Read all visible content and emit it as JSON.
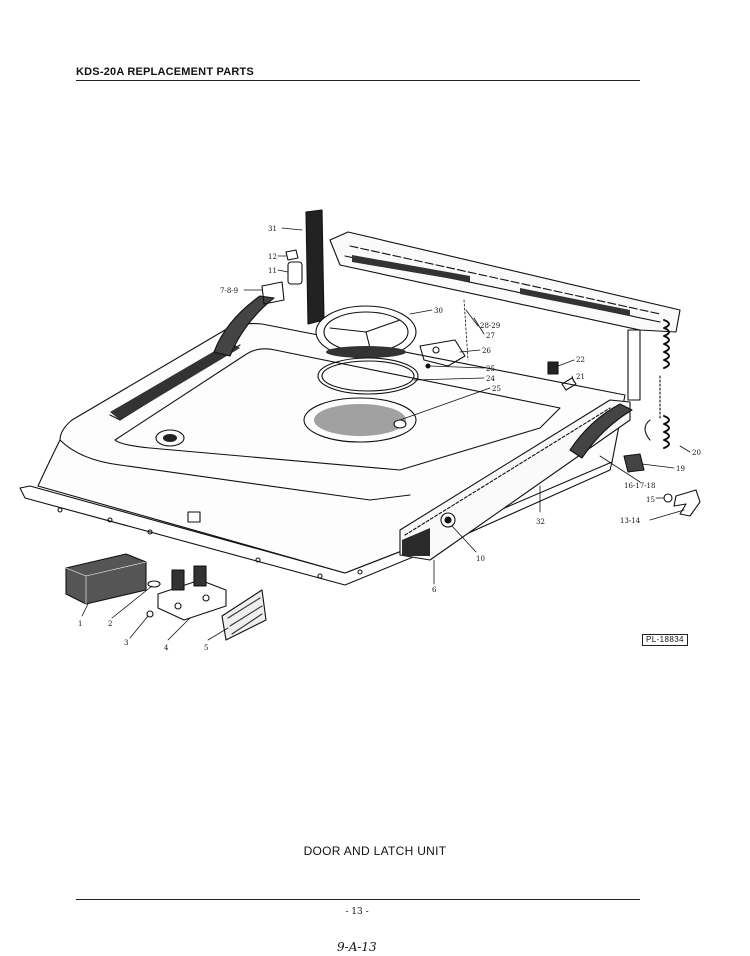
{
  "header": {
    "title": "KDS-20A REPLACEMENT PARTS"
  },
  "caption": "DOOR AND LATCH UNIT",
  "plate_number": "PL-18834",
  "page_number": "- 13 -",
  "handwritten_note": "9-A-13",
  "callouts": [
    {
      "id": "c31",
      "label": "31"
    },
    {
      "id": "c12",
      "label": "12"
    },
    {
      "id": "c11",
      "label": "11"
    },
    {
      "id": "c789",
      "label": "7-8-9"
    },
    {
      "id": "c30",
      "label": "30"
    },
    {
      "id": "c2829",
      "label": "28-29"
    },
    {
      "id": "c27",
      "label": "27"
    },
    {
      "id": "c26",
      "label": "26"
    },
    {
      "id": "c25a",
      "label": "25"
    },
    {
      "id": "c24",
      "label": "24"
    },
    {
      "id": "c25b",
      "label": "25"
    },
    {
      "id": "c22",
      "label": "22"
    },
    {
      "id": "c21",
      "label": "21"
    },
    {
      "id": "c20",
      "label": "20"
    },
    {
      "id": "c19",
      "label": "19"
    },
    {
      "id": "c161718",
      "label": "16-17-18"
    },
    {
      "id": "c15",
      "label": "15"
    },
    {
      "id": "c1314",
      "label": "13-14"
    },
    {
      "id": "c32",
      "label": "32"
    },
    {
      "id": "c10",
      "label": "10"
    },
    {
      "id": "c6",
      "label": "6"
    },
    {
      "id": "c1",
      "label": "1"
    },
    {
      "id": "c2",
      "label": "2"
    },
    {
      "id": "c3",
      "label": "3"
    },
    {
      "id": "c4",
      "label": "4"
    },
    {
      "id": "c5",
      "label": "5"
    }
  ]
}
